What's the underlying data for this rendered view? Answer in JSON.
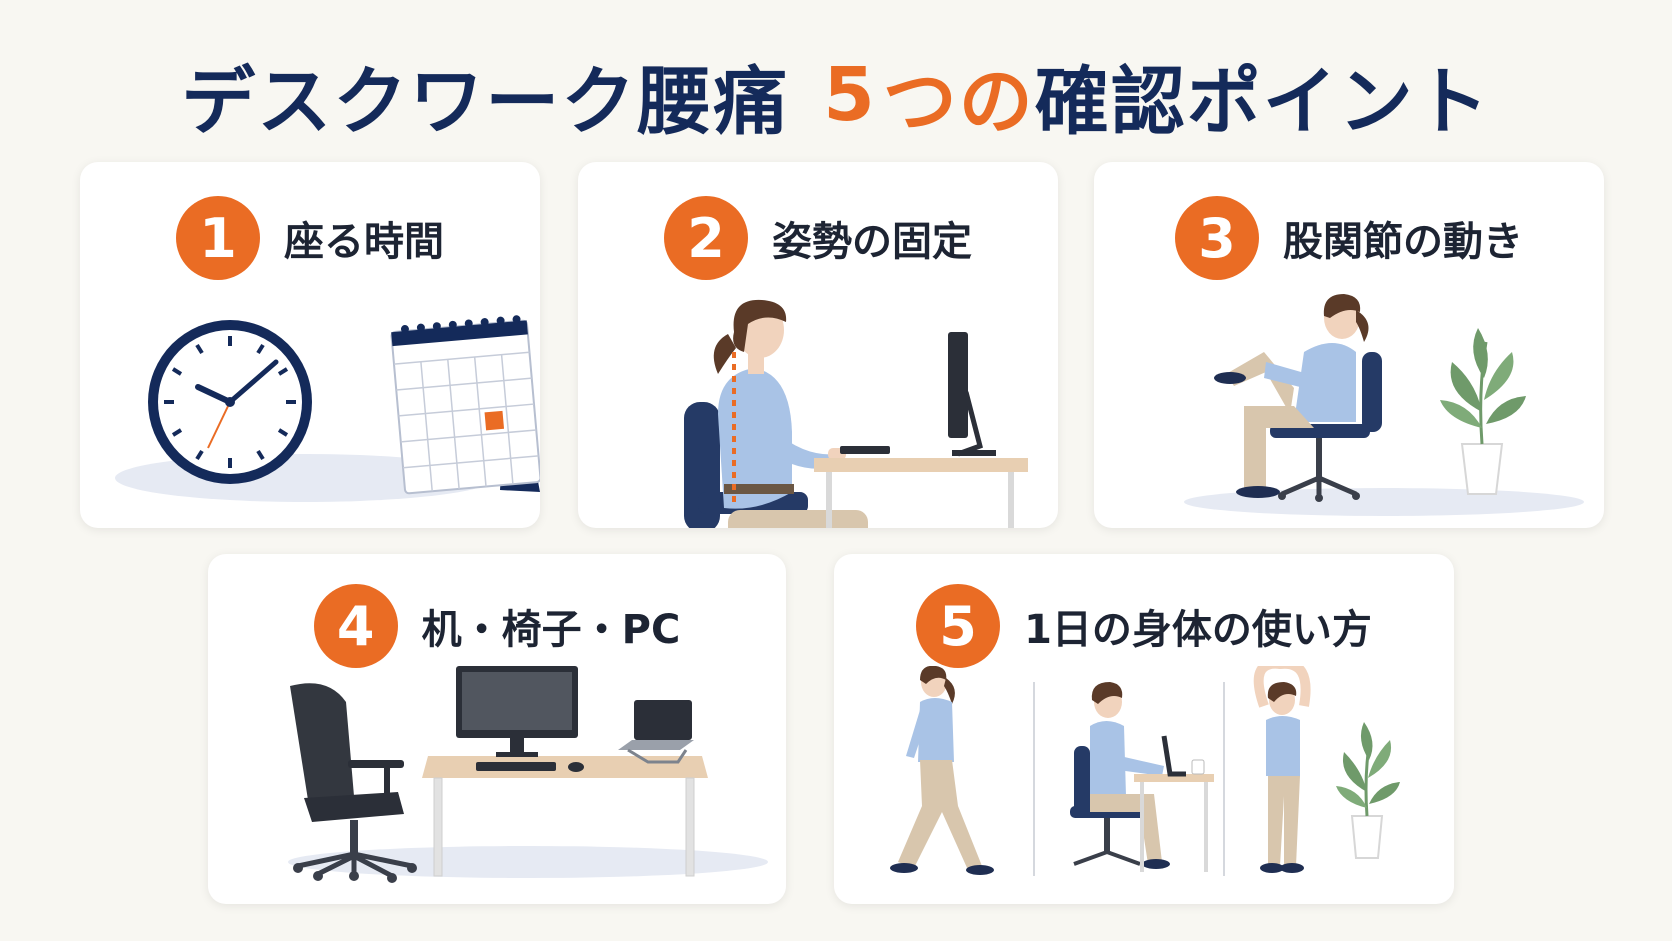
{
  "title": {
    "part1": "デスクワーク腰痛",
    "number": "5",
    "accent": "つの",
    "part2": "確認ポイント"
  },
  "cards": [
    {
      "num": "1",
      "label": "座る時間",
      "illustration": "clock-and-calendar"
    },
    {
      "num": "2",
      "label": "姿勢の固定",
      "illustration": "seated-posture-at-desk"
    },
    {
      "num": "3",
      "label": "股関節の動き",
      "illustration": "seated-hip-stretch"
    },
    {
      "num": "4",
      "label": "机・椅子・PC",
      "illustration": "desk-chair-pc-setup"
    },
    {
      "num": "5",
      "label": "1日の身体の使い方",
      "illustration": "walk-sit-stretch-sequence"
    }
  ],
  "colors": {
    "navy": "#142a5a",
    "orange": "#ea6c24",
    "background": "#f8f7f2",
    "card": "#ffffff",
    "shirt": "#a9c3e6",
    "pants": "#d8c6ad",
    "desk": "#e8cfb2",
    "plant": "#6f9a6a"
  }
}
